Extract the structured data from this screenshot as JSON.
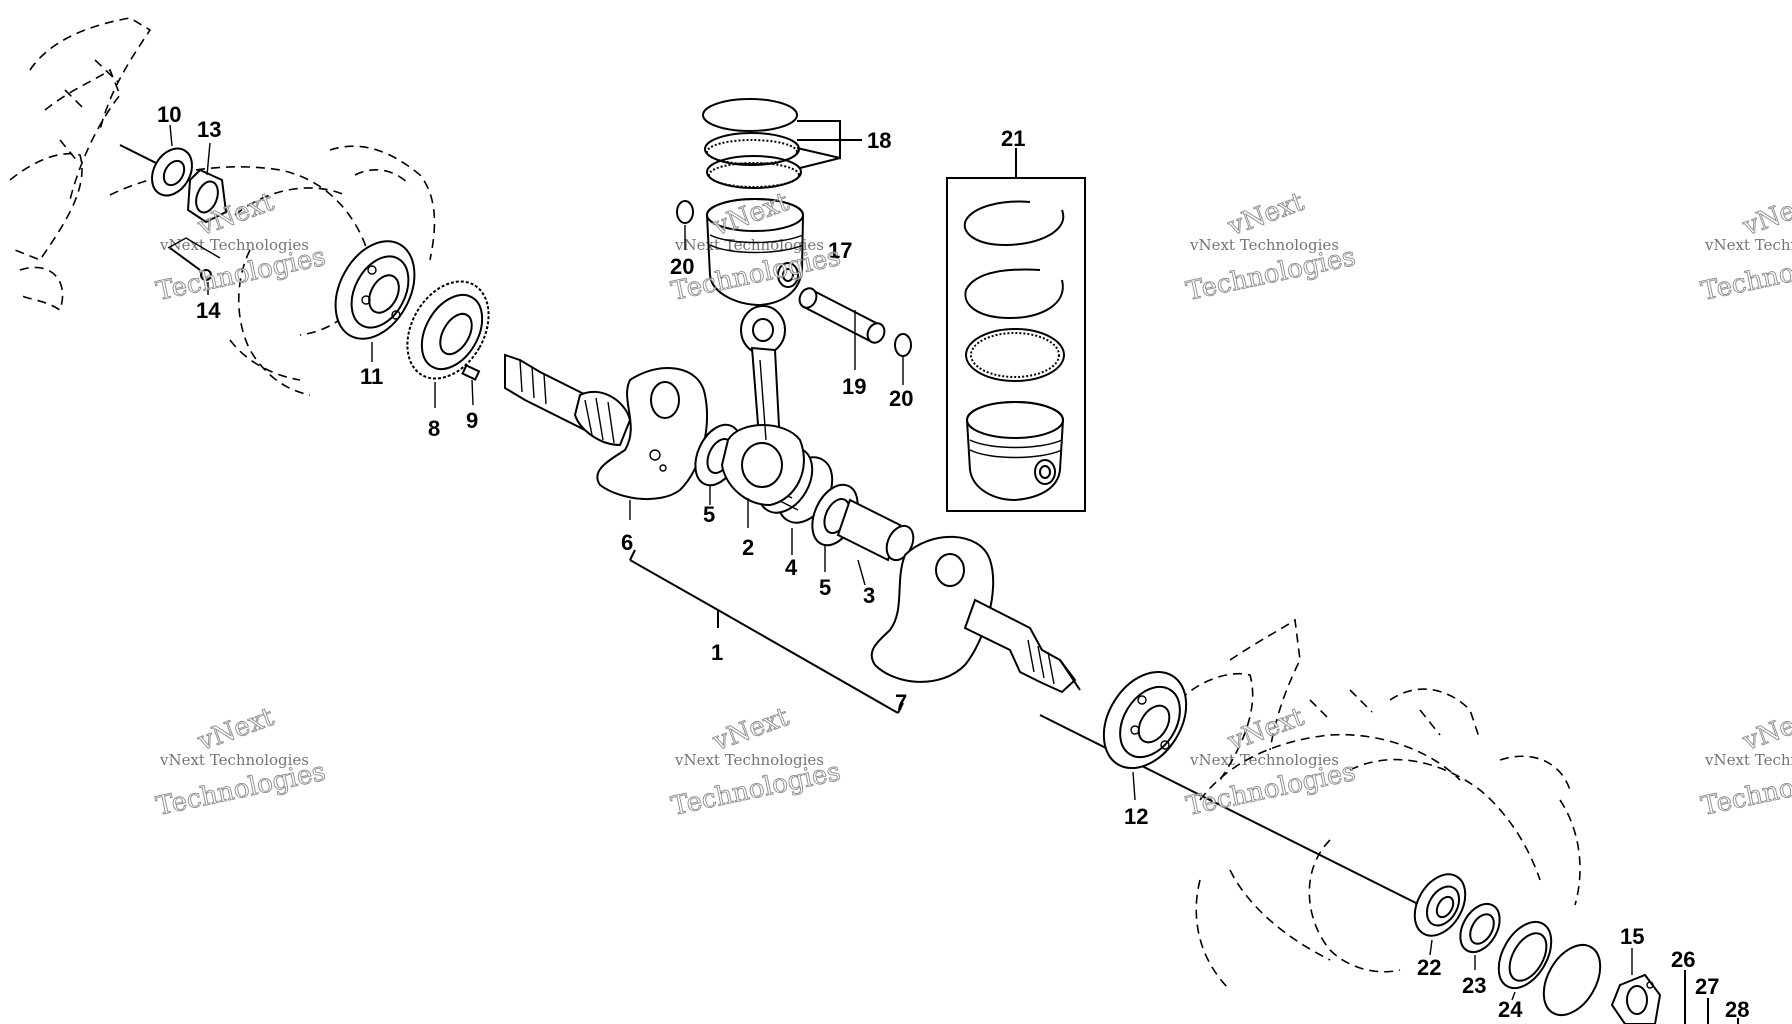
{
  "callouts": {
    "c1": "1",
    "c2": "2",
    "c3": "3",
    "c4": "4",
    "c5a": "5",
    "c5b": "5",
    "c6": "6",
    "c7": "7",
    "c8": "8",
    "c9": "9",
    "c10": "10",
    "c11": "11",
    "c12": "12",
    "c13": "13",
    "c14": "14",
    "c15": "15",
    "c17": "17",
    "c18": "18",
    "c19": "19",
    "c20a": "20",
    "c20b": "20",
    "c21": "21",
    "c22": "22",
    "c23": "23",
    "c24": "24",
    "c26": "26",
    "c27": "27",
    "c28": "28"
  },
  "watermark": {
    "line1": "vNext",
    "line2": "vNext Technologies",
    "line3": "Technologies"
  },
  "colors": {
    "ink": "#000000",
    "paper": "#ffffff",
    "watermark": "#777777"
  }
}
